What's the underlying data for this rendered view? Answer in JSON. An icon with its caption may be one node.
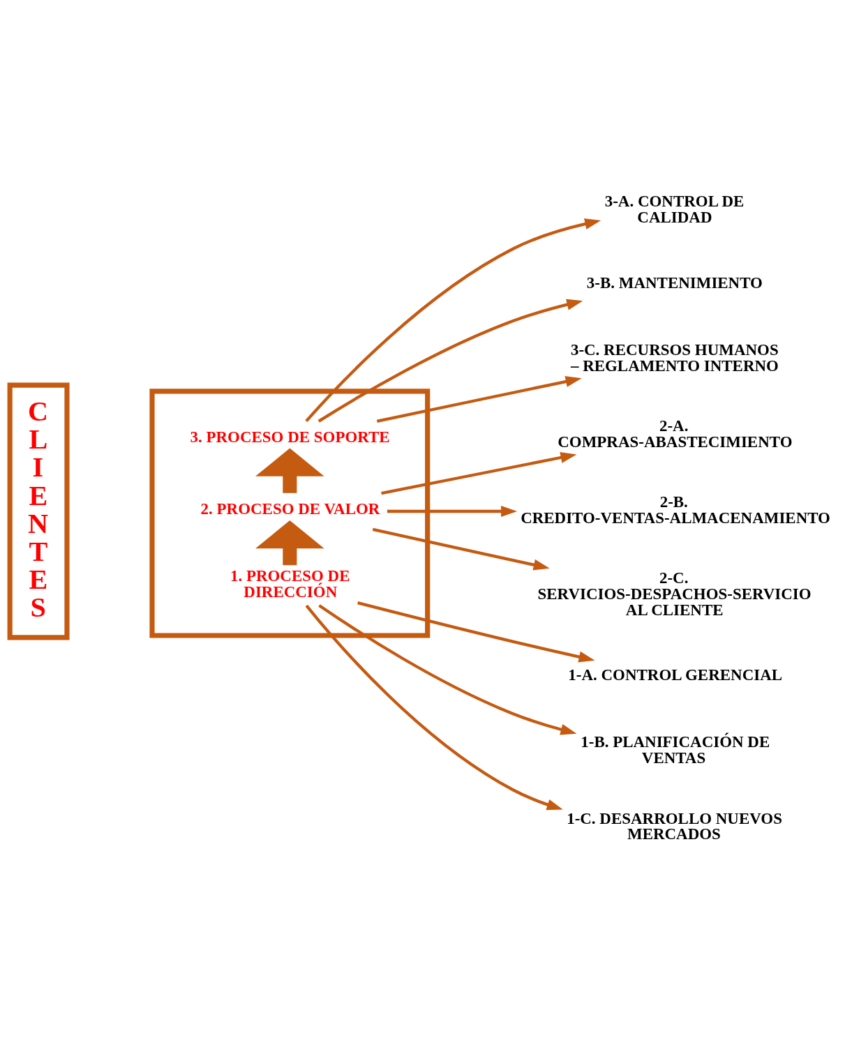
{
  "diagram": {
    "nodes": [
      {
        "text": [],
        "shape": "box"
      },
      {
        "text": [
          "1. PROCESO DE DIRECCIÓN"
        ],
        "in": 0
      },
      {
        "text": [
          "2. PROCESO DE VALOR"
        ],
        "in": 0
      },
      {
        "text": [
          "3. PROCESO DE SOPORTE"
        ],
        "in": 0
      },
      {
        "text": [
          "C L I E N T E S"
        ]
      },
      {
        "text": [
          "1-A. CONTROL GERENCIAL"
        ]
      },
      {
        "text": [
          "1-B. PLANIFICACIÓN DE VENTAS"
        ]
      },
      {
        "text": [
          "1-C. DESARROLLO NUEVOS MERCADOS"
        ]
      },
      {
        "text": [
          "2-A. COMPRAS-ABASTECIMIENTO"
        ]
      },
      {
        "text": [
          "2-B. CREDITO-VENTAS-ALMACENAMIENTO"
        ]
      },
      {
        "text": [
          "2-C. SERVICIOS-DESPACHOS-SERVICIO AL CLIENTE"
        ]
      },
      {
        "text": [
          "3-A. CONTROL DE CALIDAD"
        ]
      },
      {
        "text": [
          "3-B. MANTENIMIENTO"
        ]
      },
      {
        "text": [
          "3-C. RECURSOS HUMANOS – REGLAMENTO INTERNO"
        ]
      }
    ],
    "edges": [
      {
        "from": 1,
        "to": 2,
        "arrow": "to",
        "style": "thick"
      },
      {
        "from": 2,
        "to": 3,
        "arrow": "to",
        "style": "thick"
      },
      {
        "from": 1,
        "to": 5,
        "arrow": "to"
      },
      {
        "from": 1,
        "to": 6,
        "arrow": "to"
      },
      {
        "from": 1,
        "to": 7,
        "arrow": "to"
      },
      {
        "from": 2,
        "to": 8,
        "arrow": "to"
      },
      {
        "from": 2,
        "to": 9,
        "arrow": "to"
      },
      {
        "from": 2,
        "to": 10,
        "arrow": "to"
      },
      {
        "from": 3,
        "to": 11,
        "arrow": "to"
      },
      {
        "from": 3,
        "to": 12,
        "arrow": "to"
      },
      {
        "from": 3,
        "to": 13,
        "arrow": "to"
      }
    ]
  }
}
